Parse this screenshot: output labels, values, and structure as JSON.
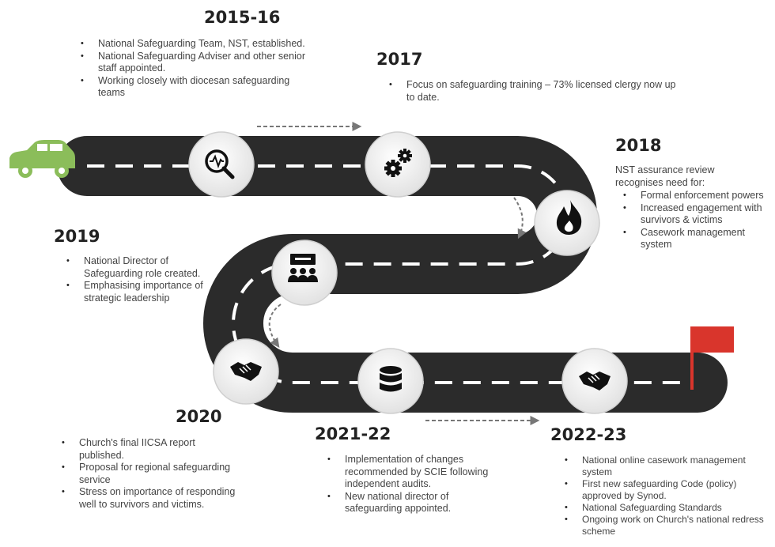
{
  "milestones": [
    {
      "year": "2015-16",
      "items": [
        "National Safeguarding Team, NST, established.",
        "National Safeguarding Adviser and other senior staff appointed.",
        "Working closely with diocesan safeguarding teams"
      ],
      "icon": "analytics-magnifier-icon"
    },
    {
      "year": "2017",
      "items": [
        "Focus on safeguarding training – 73% licensed clergy now up to date."
      ],
      "icon": "gears-icon"
    },
    {
      "year": "2018",
      "intro": "NST assurance review recognises need for:",
      "items": [
        "Formal enforcement powers",
        "Increased engagement with survivors & victims",
        "Casework management system"
      ],
      "icon": "flame-icon"
    },
    {
      "year": "2019",
      "items": [
        "National Director of Safeguarding role created.",
        "Emphasising importance of strategic leadership"
      ],
      "icon": "presentation-group-icon"
    },
    {
      "year": "2020",
      "items": [
        "Church's final IICSA report published.",
        "Proposal for regional safeguarding service",
        "Stress on importance of responding well to survivors and victims."
      ],
      "icon": "handshake-icon"
    },
    {
      "year": "2021-22",
      "items": [
        "Implementation of changes recommended by SCIE following independent audits.",
        "New national director of safeguarding appointed."
      ],
      "icon": "database-icon"
    },
    {
      "year": "2022-23",
      "items": [
        "National online casework management system",
        "First new safeguarding Code (policy) approved by Synod.",
        "National Safeguarding Standards",
        "Ongoing work on Church's national redress scheme"
      ],
      "icon": "handshake-icon"
    }
  ],
  "colors": {
    "road": "#2b2b2b",
    "car": "#8bbd5a",
    "flag": "#d9352c",
    "dash": "#ffffff",
    "arrow": "#777777"
  }
}
